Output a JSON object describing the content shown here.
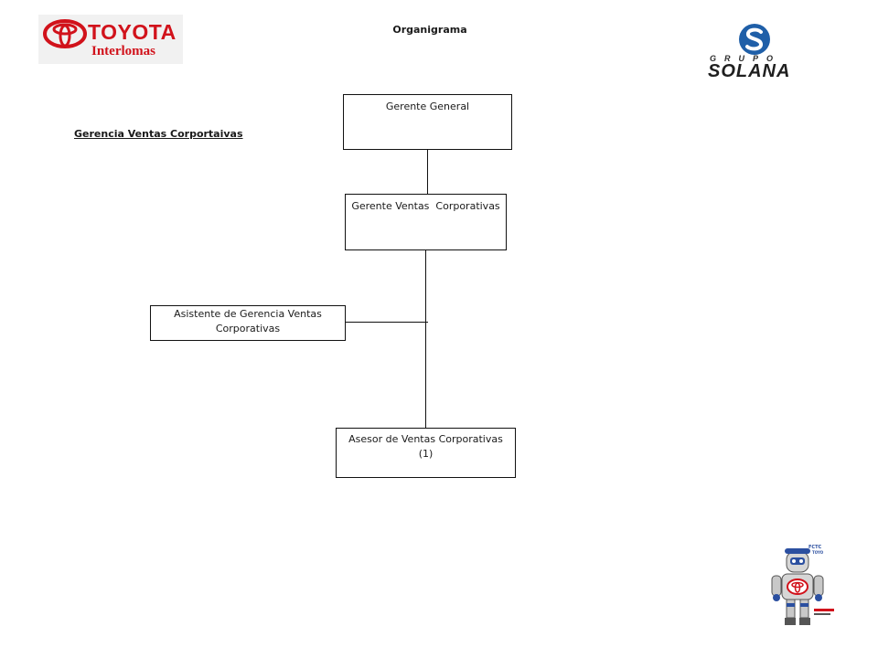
{
  "header": {
    "title": "Organigrama",
    "section_title": "Gerencia Ventas Corportaivas"
  },
  "logos": {
    "toyota": {
      "brand": "TOYOTA",
      "dealer": "Interlomas"
    },
    "solana": {
      "grupo": "GRUPO",
      "name": "SOLANA"
    }
  },
  "org_chart": {
    "gerente_general": "Gerente General",
    "gerente_ventas": "Gerente Ventas  Corporativas",
    "asistente": "Asistente de Gerencia Ventas Corporativas",
    "asesor_line1": "Asesor de Ventas Corporativas",
    "asesor_line2": "(1)"
  },
  "colors": {
    "toyota_red": "#d1121b",
    "solana_blue": "#1f5fa8",
    "lines": "#111111"
  }
}
